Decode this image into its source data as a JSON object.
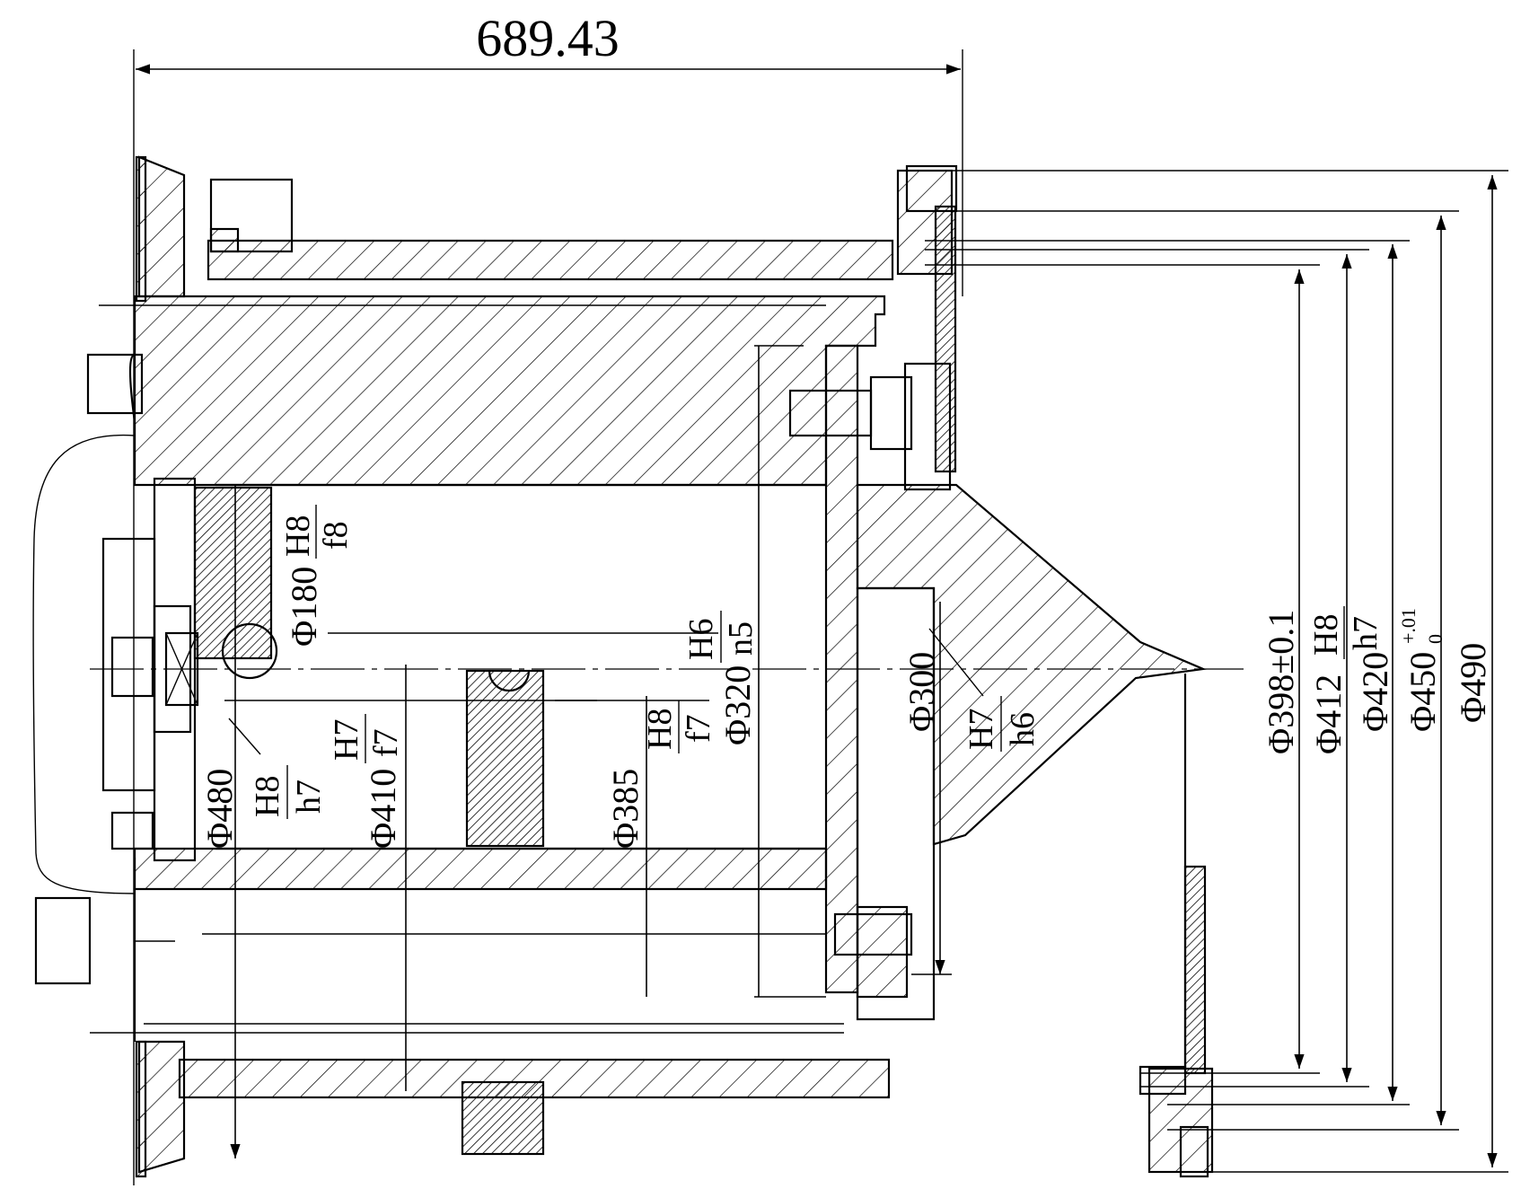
{
  "overall_length": "689.43",
  "fits": {
    "phi180": {
      "dia": "Φ180",
      "num": "H8",
      "den": "f8"
    },
    "phi320": {
      "dia": "Φ320",
      "num": "H6",
      "den": "n5"
    },
    "phi300": {
      "dia": "Φ300",
      "num": "H7",
      "den": "h6"
    },
    "phi385": {
      "dia": "Φ385",
      "num": "H8",
      "den": "f7"
    },
    "phi410": {
      "dia": "Φ410",
      "num": "H7",
      "den": "f7"
    },
    "phi480": {
      "dia": "Φ480",
      "num": "H8",
      "den": "h7"
    }
  },
  "right_dims": {
    "d398": "Φ398±0.1",
    "d412": {
      "dia": "Φ412",
      "num": "H8",
      "den": "h7"
    },
    "d420": "Φ420",
    "d450": {
      "dia": "Φ450",
      "upper": "+.01",
      "lower": "0"
    },
    "d490": "Φ490"
  }
}
